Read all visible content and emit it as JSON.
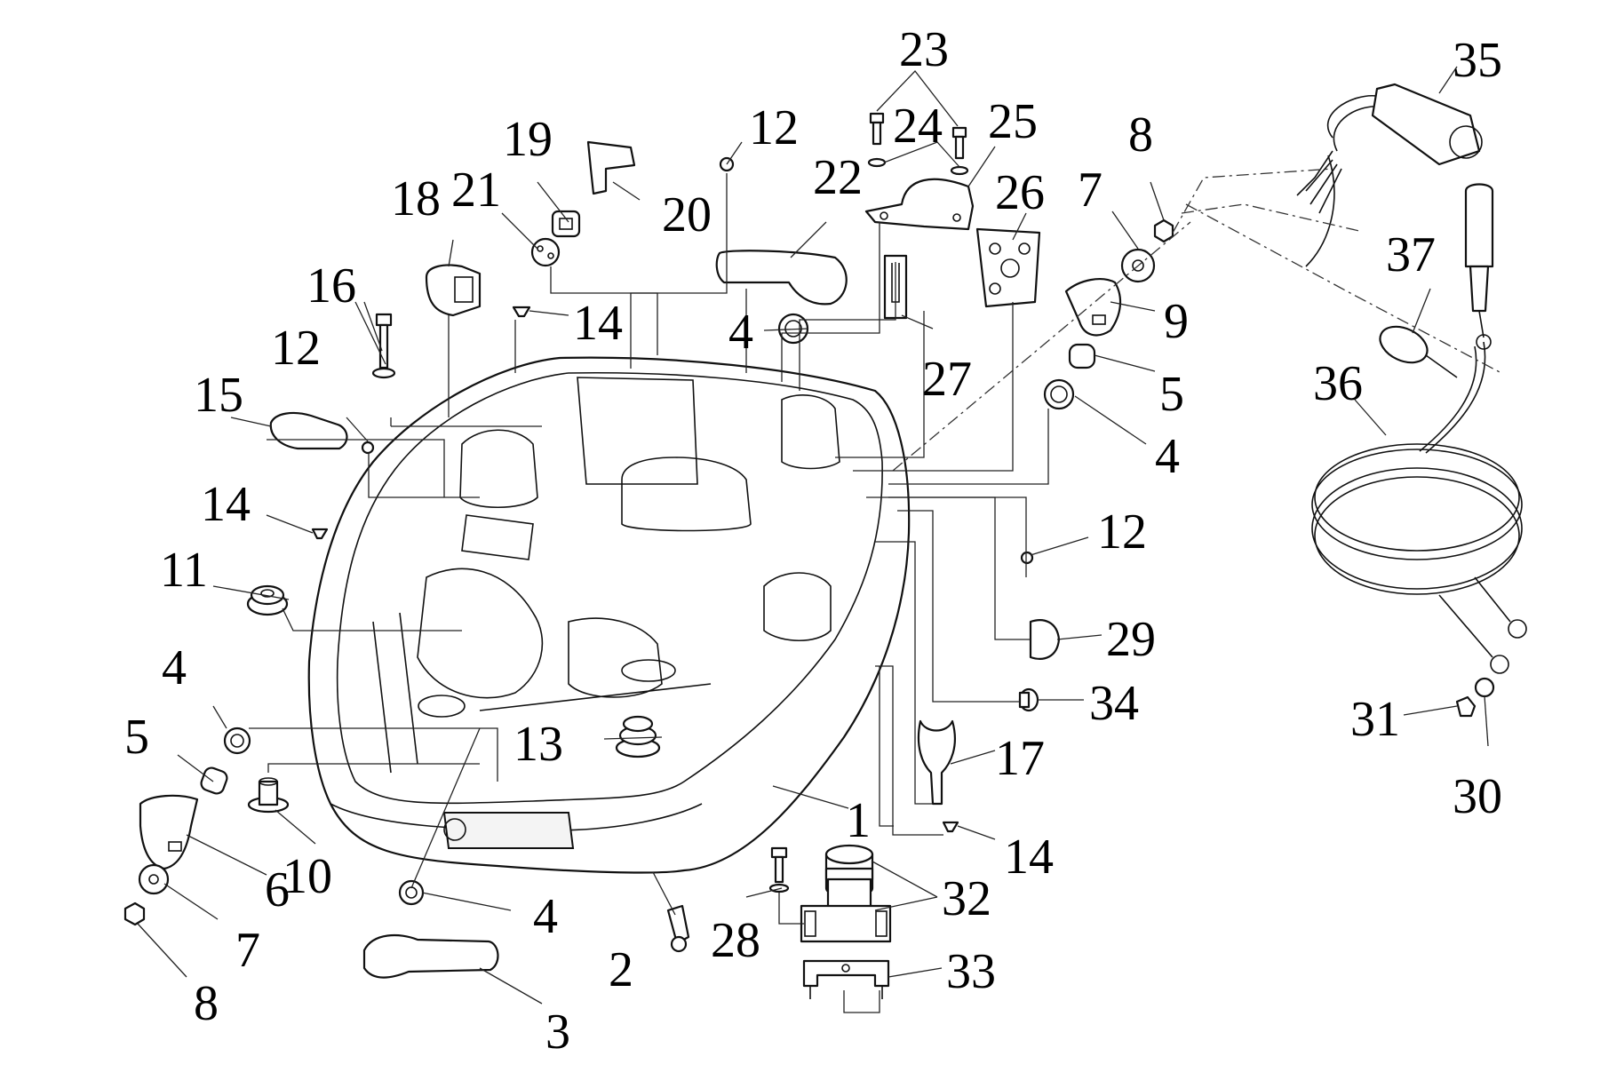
{
  "colors": {
    "line": "#111111",
    "background": "#ffffff"
  },
  "callouts": [
    {
      "id": "c1",
      "text": "1"
    },
    {
      "id": "c2",
      "text": "2"
    },
    {
      "id": "c3",
      "text": "3"
    },
    {
      "id": "c4a",
      "text": "4"
    },
    {
      "id": "c4b",
      "text": "4"
    },
    {
      "id": "c4c",
      "text": "4"
    },
    {
      "id": "c4d",
      "text": "4"
    },
    {
      "id": "c5a",
      "text": "5"
    },
    {
      "id": "c5b",
      "text": "5"
    },
    {
      "id": "c6",
      "text": "6"
    },
    {
      "id": "c7a",
      "text": "7"
    },
    {
      "id": "c7b",
      "text": "7"
    },
    {
      "id": "c8a",
      "text": "8"
    },
    {
      "id": "c8b",
      "text": "8"
    },
    {
      "id": "c9",
      "text": "9"
    },
    {
      "id": "c10",
      "text": "10"
    },
    {
      "id": "c11",
      "text": "11"
    },
    {
      "id": "c12a",
      "text": "12"
    },
    {
      "id": "c12b",
      "text": "12"
    },
    {
      "id": "c12c",
      "text": "12"
    },
    {
      "id": "c13",
      "text": "13"
    },
    {
      "id": "c14a",
      "text": "14"
    },
    {
      "id": "c14b",
      "text": "14"
    },
    {
      "id": "c14c",
      "text": "14"
    },
    {
      "id": "c15",
      "text": "15"
    },
    {
      "id": "c16",
      "text": "16"
    },
    {
      "id": "c17",
      "text": "17"
    },
    {
      "id": "c18",
      "text": "18"
    },
    {
      "id": "c19",
      "text": "19"
    },
    {
      "id": "c20",
      "text": "20"
    },
    {
      "id": "c21",
      "text": "21"
    },
    {
      "id": "c22",
      "text": "22"
    },
    {
      "id": "c23",
      "text": "23"
    },
    {
      "id": "c24",
      "text": "24"
    },
    {
      "id": "c25",
      "text": "25"
    },
    {
      "id": "c26",
      "text": "26"
    },
    {
      "id": "c27",
      "text": "27"
    },
    {
      "id": "c28",
      "text": "28"
    },
    {
      "id": "c29",
      "text": "29"
    },
    {
      "id": "c30",
      "text": "30"
    },
    {
      "id": "c31",
      "text": "31"
    },
    {
      "id": "c32",
      "text": "32"
    },
    {
      "id": "c33",
      "text": "33"
    },
    {
      "id": "c34",
      "text": "34"
    },
    {
      "id": "c35",
      "text": "35"
    },
    {
      "id": "c36",
      "text": "36"
    },
    {
      "id": "c37",
      "text": "37"
    }
  ]
}
